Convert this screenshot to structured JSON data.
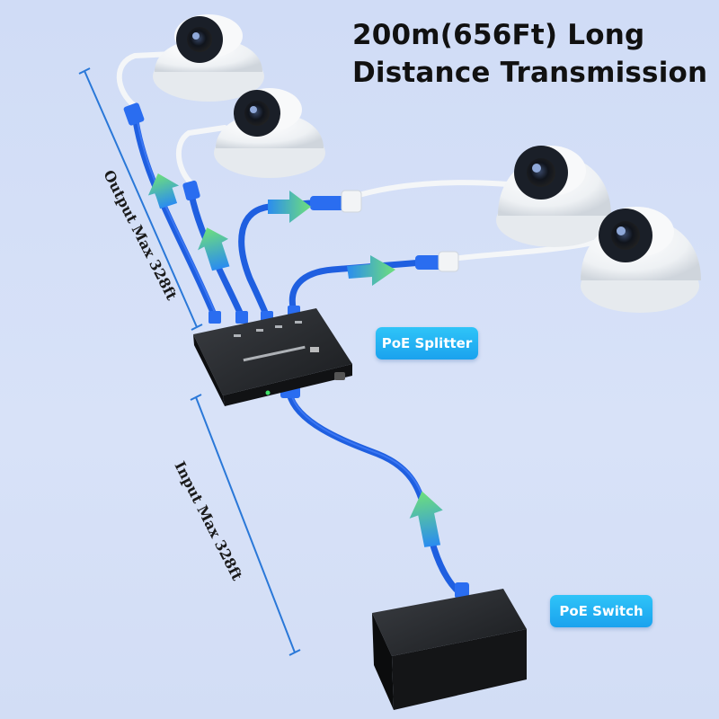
{
  "headline": {
    "line1": "200m(656Ft) Long",
    "line2": "Distance Transmission"
  },
  "labels": {
    "output_distance": "Output Max 328ft",
    "input_distance": "Input Max 328ft"
  },
  "callouts": {
    "splitter": "PoE Splitter",
    "switch": "PoE Switch"
  },
  "colors": {
    "background": "#d3def7",
    "cable": "#1f5fe0",
    "dimension_line": "#2a78d8",
    "callout": "#1aa2ee",
    "arrow": "#4fd07a"
  },
  "icons": [
    "dome-camera-icon",
    "poe-splitter-icon",
    "poe-switch-icon",
    "flow-arrow-icon"
  ]
}
